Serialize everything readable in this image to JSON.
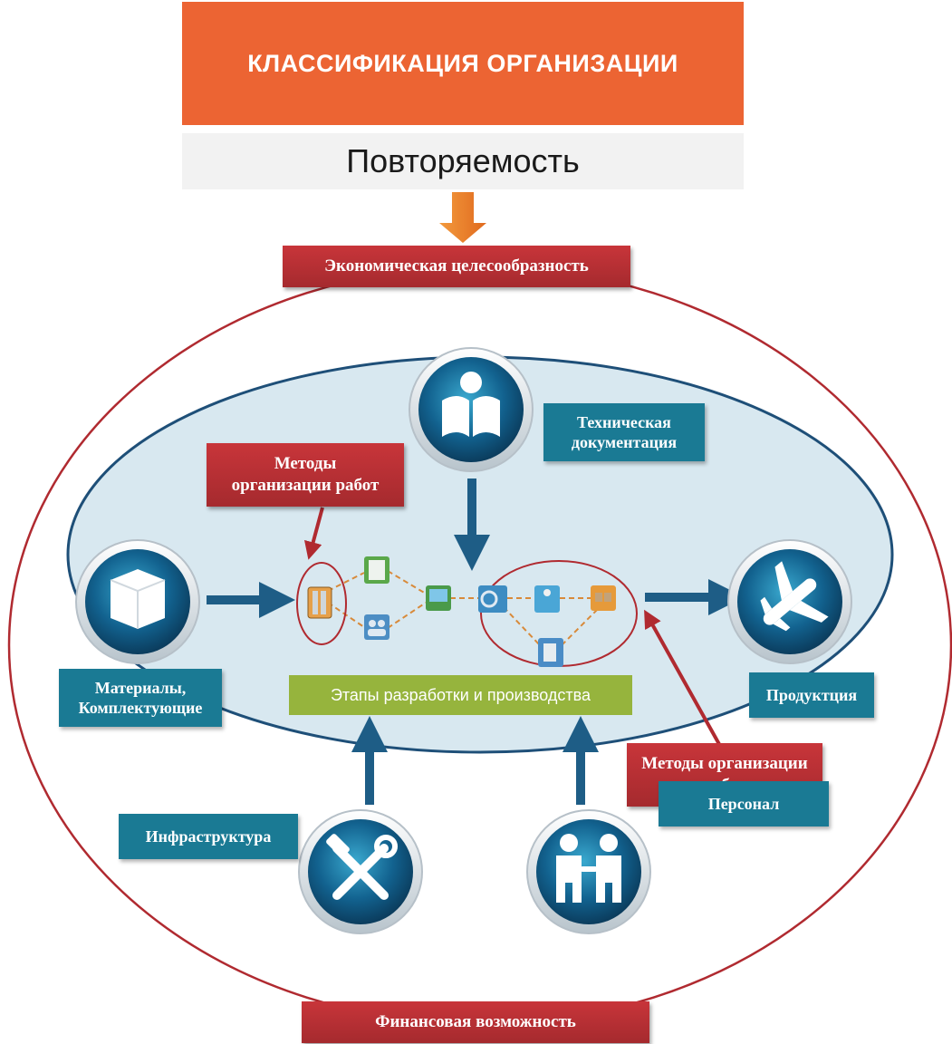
{
  "header": {
    "title": "КЛАССИФИКАЦИЯ ОРГАНИЗАЦИИ"
  },
  "subtitle": "Повторяемость",
  "diagram": {
    "outer_top_label": "Экономическая целесообразность",
    "outer_bottom_label": "Финансовая возможность",
    "methods_label_left": "Методы организации работ",
    "methods_label_right": "Методы организации работ",
    "tech_docs_label": "Техническая документация",
    "materials_label": "Материалы, Комплектующие",
    "product_label": "Продуктция",
    "stages_label": "Этапы разработки и производства",
    "infrastructure_label": "Инфраструктура",
    "personnel_label": "Персонал",
    "icons": {
      "tech_docs": "reading-person-icon",
      "materials": "box-icon",
      "product": "airplane-icon",
      "infrastructure": "hammer-wrench-icon",
      "personnel": "handshake-icon"
    },
    "colors": {
      "header": "#ec6433",
      "red_label": "#b22f34",
      "teal_label": "#1a7a94",
      "green_label": "#96b43d",
      "ellipse_fill": "#d8e8f0",
      "arrow": "#1e5d86",
      "red_outline": "#b02a30"
    }
  }
}
